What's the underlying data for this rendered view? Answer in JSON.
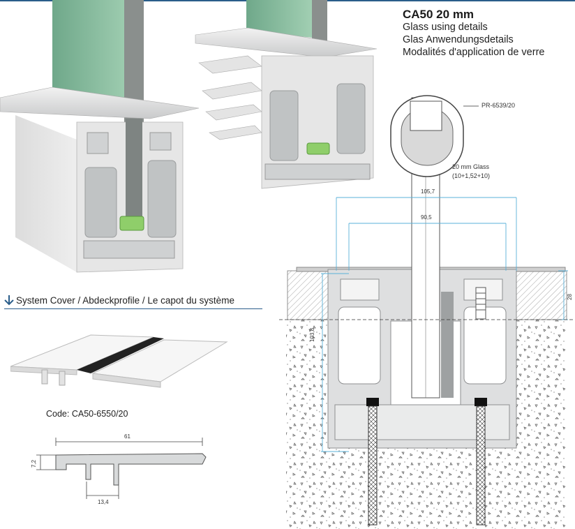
{
  "title": {
    "main": "CA50 20 mm",
    "line_en": "Glass using details",
    "line_de": "Glas Anwendungsdetails",
    "line_fr": "Modalités d'application de verre"
  },
  "system_cover": {
    "heading_en": "System Cover",
    "heading_sep1": " / ",
    "heading_de": "Abdeckprofile",
    "heading_sep2": " /  ",
    "heading_fr": "Le capot du système",
    "code_label": "Code: CA50-6550/20"
  },
  "cover_profile_dims": {
    "width": "61",
    "height": "7,2",
    "leg_spacing": "13,4"
  },
  "section_drawing": {
    "cap_label": "PR-6539/20",
    "glass_label": "20 mm Glass",
    "glass_spec": "(10+1,52+10)",
    "dim_outer": "105,7",
    "dim_inner": "90,5",
    "dim_depth": "103,8",
    "dim_slab": "28"
  },
  "colors": {
    "accent_rule": "#2a5d8a",
    "glass": "#8fbfa2",
    "dim_line": "#5ab0d8",
    "aluminium": "#d8dadb"
  }
}
